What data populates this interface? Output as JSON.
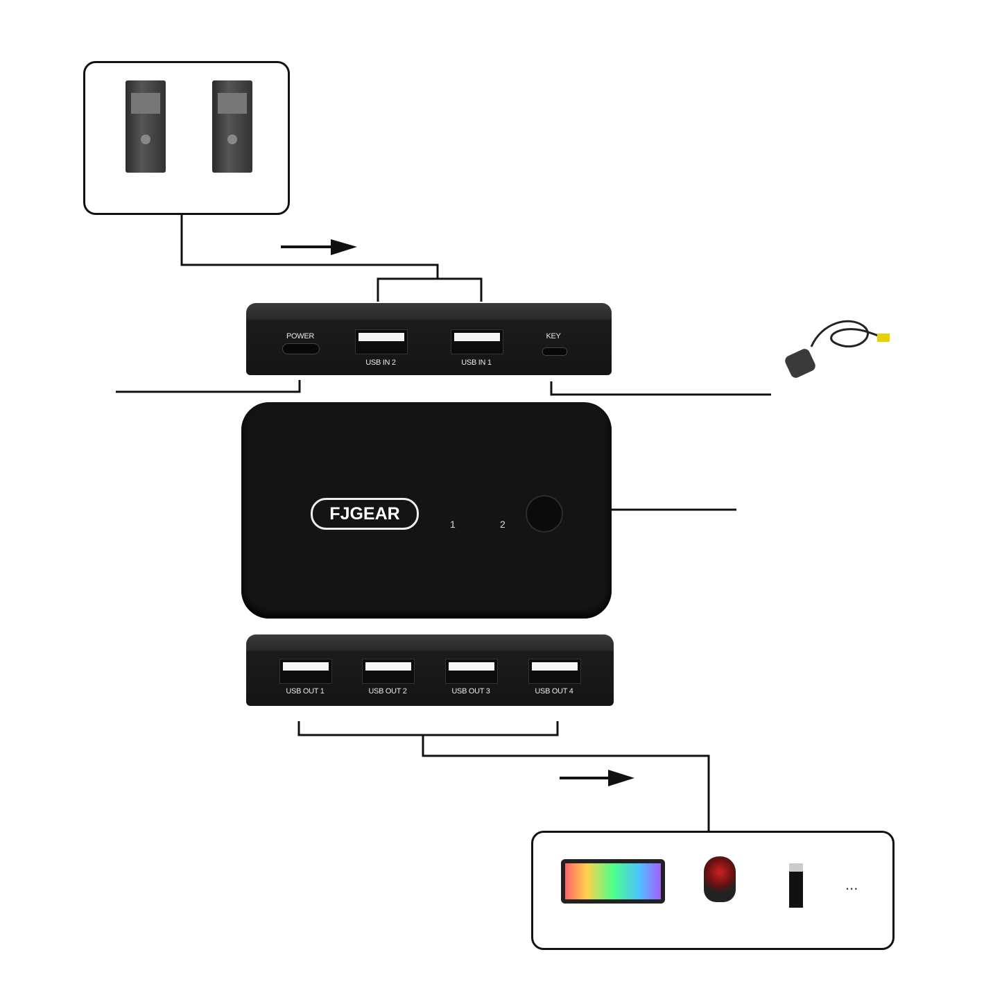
{
  "brand": {
    "logo": "FJGEAR"
  },
  "input_panel": {
    "ports": [
      {
        "label": "POWER",
        "type": "usb-c"
      },
      {
        "label": "USB IN 2",
        "type": "usb-a"
      },
      {
        "label": "USB IN 1",
        "type": "usb-a"
      },
      {
        "label": "KEY",
        "type": "micro-usb"
      }
    ]
  },
  "main_unit": {
    "leds": [
      "1",
      "2"
    ],
    "button_icon": "switch-button"
  },
  "output_panel": {
    "ports": [
      {
        "label": "USB OUT 1"
      },
      {
        "label": "USB OUT 2"
      },
      {
        "label": "USB OUT 3"
      },
      {
        "label": "USB OUT 4"
      }
    ]
  },
  "computers": {
    "count": 2,
    "icon": "desktop-tower-icon"
  },
  "peripherals": {
    "icons": [
      "keyboard-icon",
      "mouse-icon",
      "usb-drive-icon"
    ],
    "more": "..."
  },
  "accessory": {
    "icon": "wired-remote-key-icon"
  },
  "colors": {
    "device": "#151515",
    "line": "#111111",
    "background": "#ffffff"
  }
}
